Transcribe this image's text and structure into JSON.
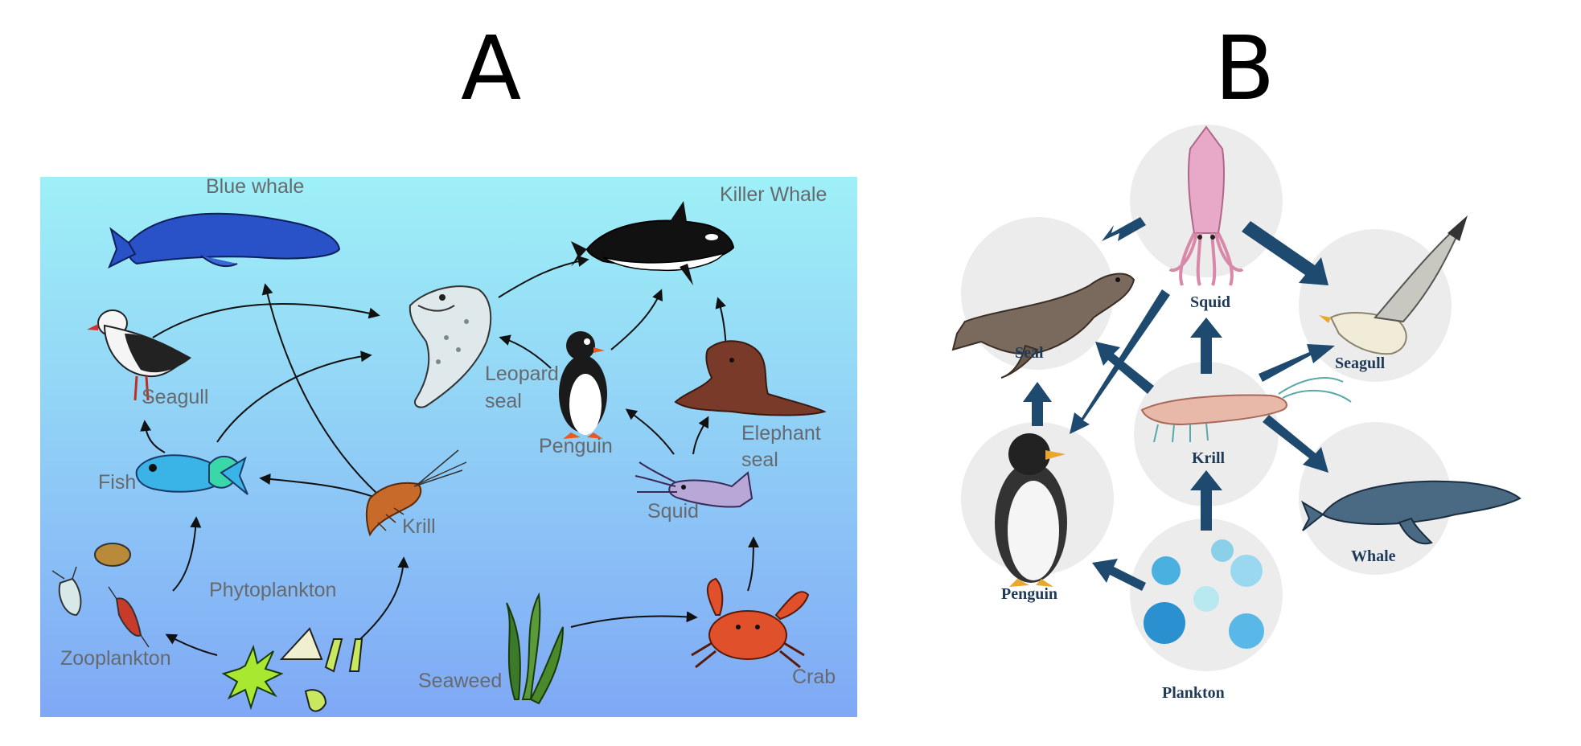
{
  "panel_a": {
    "letter": "A",
    "labels": {
      "blue_whale": "Blue whale",
      "killer_whale": "Killer Whale",
      "seagull": "Seagull",
      "leopard_seal_1": "Leopard",
      "leopard_seal_2": "seal",
      "penguin": "Penguin",
      "elephant_seal_1": "Elephant",
      "elephant_seal_2": "seal",
      "fish": "Fish",
      "krill": "Krill",
      "squid": "Squid",
      "phytoplankton": "Phytoplankton",
      "zooplankton": "Zooplankton",
      "seaweed": "Seaweed",
      "crab": "Crab"
    },
    "colors": {
      "bg_top": "#9ef0f7",
      "bg_bottom": "#7fa8f5",
      "label": "#666a6e"
    }
  },
  "panel_b": {
    "letter": "B",
    "labels": {
      "squid": "Squid",
      "seal": "Seal",
      "seagull": "Seagull",
      "krill": "Krill",
      "penguin": "Penguin",
      "whale": "Whale",
      "plankton": "Plankton"
    },
    "colors": {
      "arrow": "#1d4a6e",
      "label": "#1f3a57",
      "circle": "#ececec"
    }
  }
}
